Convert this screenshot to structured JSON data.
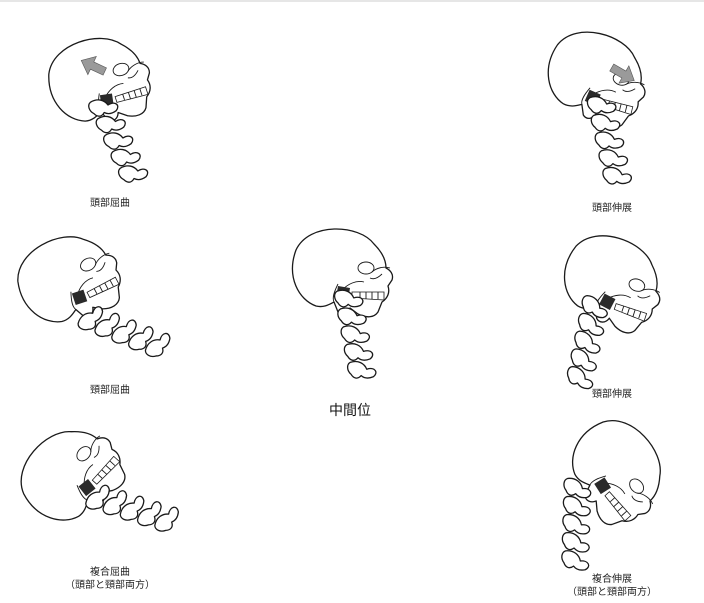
{
  "figures": {
    "head_flexion": {
      "label": "頭部屈曲",
      "arrow": true
    },
    "neck_flexion": {
      "label": "頸部屈曲"
    },
    "combined_flexion": {
      "label_line1": "複合屈曲",
      "label_line2": "（頭部と頸部両方）"
    },
    "neutral": {
      "label": "中間位"
    },
    "head_extension": {
      "label": "頭部伸展",
      "arrow": true
    },
    "neck_extension": {
      "label": "頸部伸展"
    },
    "combined_extension": {
      "label_line1": "複合伸展",
      "label_line2": "（頭部と頸部両方）"
    }
  }
}
